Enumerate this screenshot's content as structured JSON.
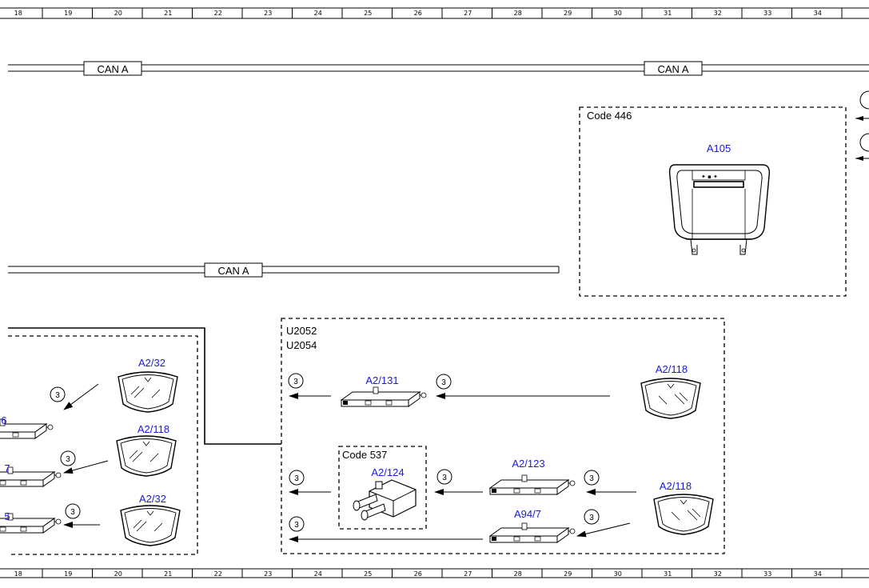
{
  "ruler": {
    "top": [
      "18",
      "19",
      "20",
      "21",
      "22",
      "23",
      "24",
      "25",
      "26",
      "27",
      "28",
      "29",
      "30",
      "31",
      "32",
      "33",
      "34"
    ],
    "bottom": [
      "18",
      "19",
      "20",
      "21",
      "22",
      "23",
      "24",
      "25",
      "26",
      "27",
      "28",
      "29",
      "30",
      "31",
      "32",
      "33",
      "34"
    ]
  },
  "buses": {
    "can_a_top_left": "CAN A",
    "can_a_top_right": "CAN A",
    "can_a_middle": "CAN A"
  },
  "groups": {
    "code_446": "Code 446",
    "u2052": "U2052",
    "u2054": "U2054",
    "code_537": "Code 537"
  },
  "components": {
    "a105": "A105",
    "a2_32_top": "A2/32",
    "a2_118_left": "A2/118",
    "a2_32_bottom": "A2/32",
    "a2_131": "A2/131",
    "a2_118_right_top": "A2/118",
    "a2_124": "A2/124",
    "a2_123": "A2/123",
    "a2_118_right_bottom": "A2/118",
    "a94_7": "A94/7"
  },
  "cut_labels": {
    "left_1": "6",
    "left_2": "7",
    "left_3": "5"
  },
  "refs": {
    "r1": "3",
    "r2": "3",
    "r3": "3",
    "r4": "3",
    "r5": "3",
    "r6": "3",
    "r7": "3",
    "r8": "3",
    "r9": "3"
  }
}
